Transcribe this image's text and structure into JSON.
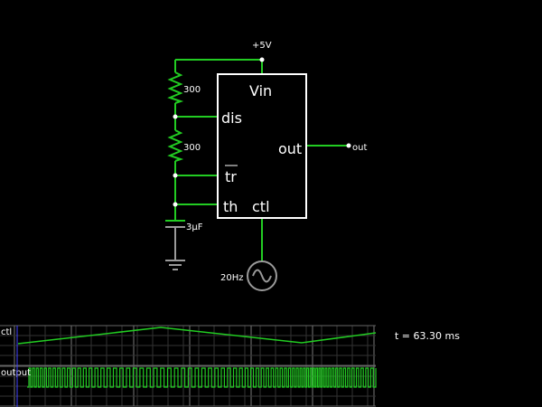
{
  "circuit": {
    "supply_label": "+5V",
    "r1_label": "300",
    "r2_label": "300",
    "cap_label": "3µF",
    "source_label": "20Hz",
    "output_label": "out",
    "chip": {
      "vin": "Vin",
      "dis": "dis",
      "tr": "tr",
      "th": "th",
      "ctl": "ctl",
      "out": "out"
    }
  },
  "scope": {
    "ctl_label": "ctl",
    "output_label": "output",
    "time_readout": "t = 63.30 ms"
  },
  "colors": {
    "background": "#000000",
    "wire": "#22cc22",
    "chip_outline": "#ffffff",
    "component": "#9a9a9a",
    "grid": "#555555",
    "cursor": "#4444ff"
  }
}
